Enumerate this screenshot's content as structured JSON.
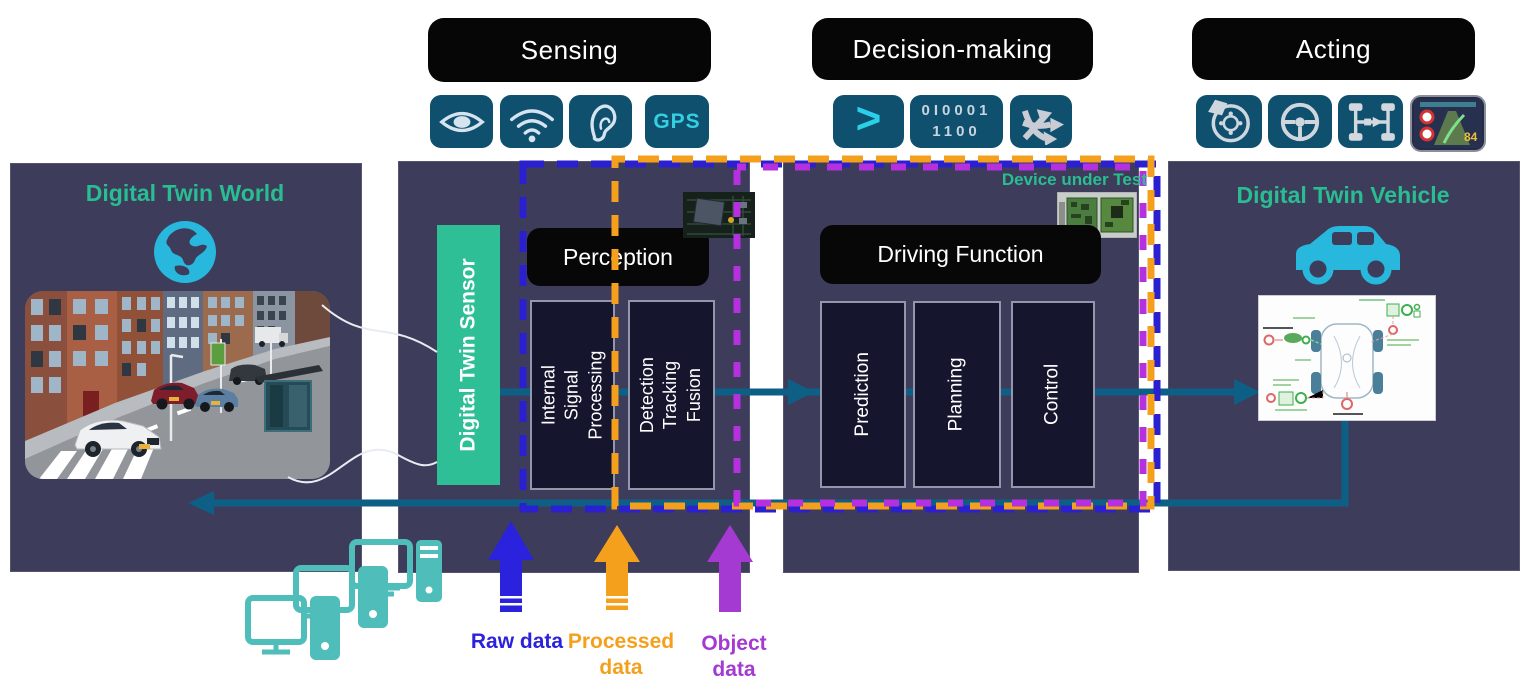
{
  "stages": {
    "sensing": {
      "header": "Sensing",
      "icons": [
        "eye-icon",
        "wifi-icon",
        "ear-icon",
        "gps-icon"
      ],
      "gps_label": "GPS"
    },
    "decision": {
      "header": "Decision-making",
      "icons": [
        "greater-than-icon",
        "binary-code-icon",
        "branching-arrows-icon"
      ],
      "greater_than": ">",
      "binary_line1": "0I0001",
      "binary_line2": "1100"
    },
    "acting": {
      "header": "Acting",
      "icons": [
        "brake-icon",
        "steering-wheel-icon",
        "drivetrain-icon",
        "dashboard-display-icon"
      ],
      "dashboard_speed_value": "84"
    }
  },
  "world_panel": {
    "title": "Digital Twin World"
  },
  "sensing_panel": {
    "sensor_label": "Digital Twin Sensor",
    "perception_label": "Perception",
    "isp_label": "Internal Signal\nProcessing",
    "dtf_label": "Detection\nTracking\nFusion"
  },
  "decision_panel": {
    "device_under_test": "Device under Test",
    "driving_function": "Driving Function",
    "prediction": "Prediction",
    "planning": "Planning",
    "control": "Control"
  },
  "vehicle_panel": {
    "title": "Digital Twin Vehicle"
  },
  "flow_labels": {
    "raw": "Raw data",
    "processed": "Processed\ndata",
    "object": "Object\ndata"
  },
  "colors": {
    "panel_bg": "#3d3d5b",
    "inner_box_bg": "#15152e",
    "header_bg": "#060606",
    "icon_tile_bg": "#10506f",
    "title_teal": "#29bd92",
    "icon_cyan": "#29b8dd",
    "flow_line_teal": "#0e5f85",
    "raw_data_blue": "#2a22dd",
    "processed_data_orange": "#f5a01d",
    "object_data_purple": "#a43ad2",
    "sensor_box_green": "#2fbf96",
    "compute_cluster_teal": "#4fbdb9"
  }
}
